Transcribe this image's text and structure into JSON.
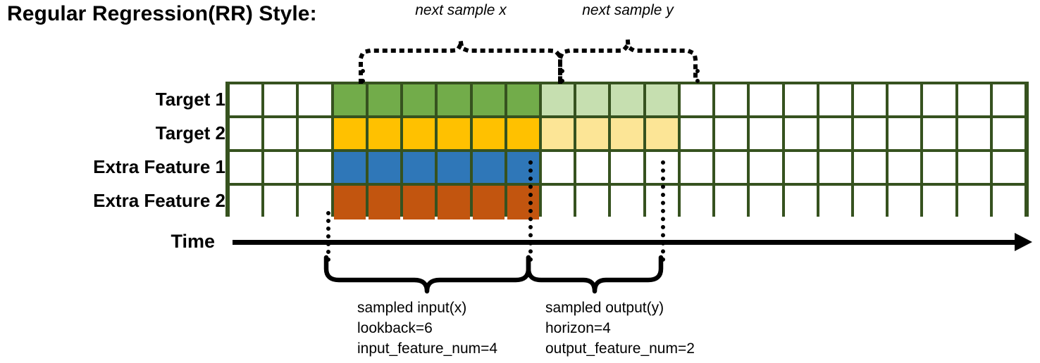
{
  "title": "Regular Regression(RR) Style:",
  "rows": [
    {
      "label": "Target 1",
      "color": "#72AC4A",
      "light": "#C6DFB0",
      "input_cells": 6,
      "output_cells": 4
    },
    {
      "label": "Target 2",
      "color": "#FFC100",
      "light": "#FCE596",
      "input_cells": 6,
      "output_cells": 4
    },
    {
      "label": "Extra Feature 1",
      "color": "#2F77B8",
      "light": "#FFFFFF",
      "input_cells": 6,
      "output_cells": 0
    },
    {
      "label": "Extra Feature 2",
      "color": "#C2550F",
      "light": "#FFFFFF",
      "input_cells": 6,
      "output_cells": 0
    }
  ],
  "grid": {
    "total_columns": 23,
    "leading_blank_columns": 3,
    "input_start_column": 4,
    "output_start_column": 10,
    "trailing_blank_columns": 10,
    "gridline_color": "#36521F",
    "empty_cell_color": "#FFFFFF"
  },
  "axis": {
    "label": "Time",
    "arrow_direction": "right"
  },
  "top_annotations": [
    {
      "text": "next sample x"
    },
    {
      "text": "next sample y"
    }
  ],
  "bottom_annotations": [
    {
      "line1": "sampled input(x)",
      "line2": "lookback=6",
      "line3": "input_feature_num=4"
    },
    {
      "line1": "sampled output(y)",
      "line2": "horizon=4",
      "line3": "output_feature_num=2"
    }
  ]
}
